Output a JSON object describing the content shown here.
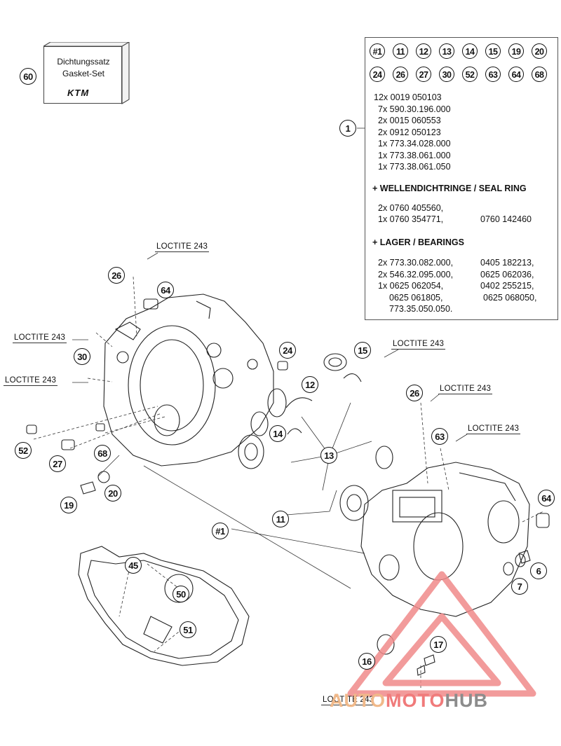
{
  "gasket_set": {
    "callout": "60",
    "line1": "Dichtungssatz",
    "line2": "Gasket-Set",
    "logo": "KTM"
  },
  "parts_box": {
    "row1": [
      "#1",
      "11",
      "12",
      "13",
      "14",
      "15",
      "19",
      "20"
    ],
    "row2": [
      "24",
      "26",
      "27",
      "30",
      "52",
      "63",
      "64",
      "68"
    ],
    "callout": "1",
    "lines": [
      "12x 0019 050103",
      "7x 590.30.196.000",
      "2x 0015 060553",
      "2x 0912 050123",
      "1x 773.34.028.000",
      "1x 773.38.061.000",
      "1x 773.38.061.050"
    ],
    "seal_heading": "+ WELLENDICHTRINGE /  SEAL RING",
    "seal_lines": [
      "2x 0760 405560,",
      "1x 0760 354771,"
    ],
    "seal_extra": "0760 142460",
    "bearing_heading": "+ LAGER / BEARINGS",
    "bearing_left": [
      "2x 773.30.082.000,",
      "2x 546.32.095.000,",
      "1x 0625 062054,",
      "0625 061805,",
      "773.35.050.050."
    ],
    "bearing_right": [
      "0405 182213,",
      "0625 062036,",
      "0402 255215,",
      "0625 068050,"
    ]
  },
  "loctite": {
    "a": "LOCTITE 243",
    "b": "LOCTITE 243",
    "c": "LOCTITE 243",
    "d": "LOCTITE 243",
    "e": "LOCTITE 243",
    "f": "LOCTITE 243",
    "g": "LOCTITE 243"
  },
  "callouts": {
    "c26a": "26",
    "c64a": "64",
    "c30": "30",
    "c24": "24",
    "c15": "15",
    "c12": "12",
    "c14": "14",
    "c13": "13",
    "c52": "52",
    "c27": "27",
    "c68": "68",
    "c20": "20",
    "c19": "19",
    "c11": "11",
    "c1hash": "#1",
    "c26b": "26",
    "c63": "63",
    "c64b": "64",
    "c6": "6",
    "c7": "7",
    "c45": "45",
    "c50": "50",
    "c51": "51",
    "c16": "16",
    "c17": "17"
  },
  "watermark": {
    "part1": "AUTO",
    "part2": "MOTO",
    "part3": "HUB",
    "color1": "#f0b98a",
    "color2": "#f07a7a",
    "color3": "#8c8c8c",
    "triangle_color": "#f08a8a"
  }
}
